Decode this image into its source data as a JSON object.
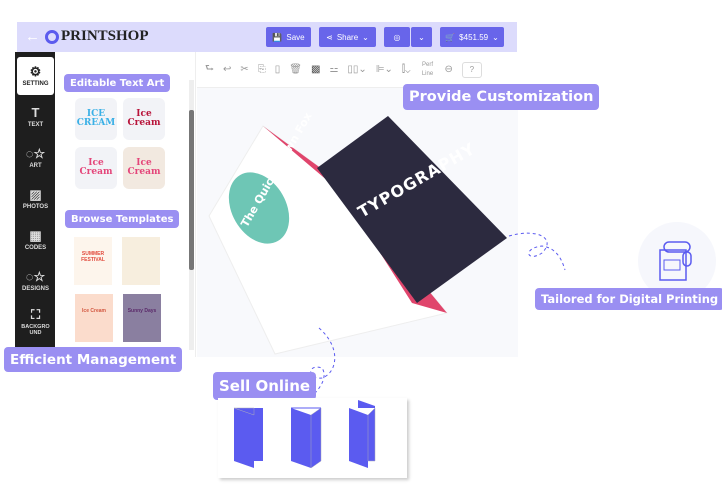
{
  "header": {
    "brand": "PRINTSHOP",
    "save_label": "Save",
    "share_label": "Share",
    "cart_total": "$451.59",
    "back_icon": "arrow-left-icon"
  },
  "sidebar": {
    "items": [
      {
        "label": "SETTING",
        "icon": "gear-icon"
      },
      {
        "label": "TEXT",
        "icon": "text-icon"
      },
      {
        "label": "ART",
        "icon": "shapes-icon"
      },
      {
        "label": "PHOTOS",
        "icon": "image-icon"
      },
      {
        "label": "CODES",
        "icon": "qr-code-icon"
      },
      {
        "label": "DESIGNS",
        "icon": "shapes-icon"
      },
      {
        "label": "BACKGROUND",
        "icon": "easel-icon"
      }
    ]
  },
  "panel": {
    "text_art_heading": "Editable Text Art",
    "templates_heading": "Browse Templates",
    "text_art": [
      "ICE CREAM",
      "Ice Cream",
      "Ice Cream",
      "Ice Cream"
    ],
    "templates": [
      "SUMMER FESTIVAL",
      "",
      "Ice Cream",
      "Sunny Days"
    ]
  },
  "toolbar": {
    "perf_line_label": "Perf Line"
  },
  "artwork": {
    "cover_text": "The Quick Brown Fox",
    "inside_text": "TYPOGRAPHY"
  },
  "callouts": {
    "customization": "Provide Customization",
    "digital_printing": "Tailored for Digital Printing",
    "management": "Efficient Management",
    "sell_online": "Sell Online"
  },
  "colors": {
    "accent": "#6865ea",
    "tag": "#9a8ff2",
    "header": "#dcdbfc",
    "fold_icon": "#5b5bf0"
  }
}
